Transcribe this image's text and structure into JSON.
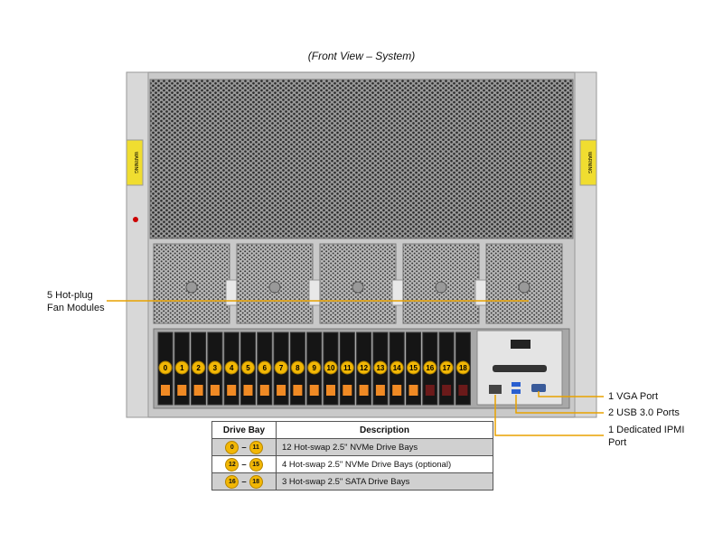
{
  "title": "(Front View – System)",
  "callouts": {
    "fans": "5 Hot-plug Fan Modules",
    "vga": "1 VGA Port",
    "usb": "2 USB 3.0 Ports",
    "ipmi": "1 Dedicated IPMI Port"
  },
  "drive_numbers": [
    "0",
    "1",
    "2",
    "3",
    "4",
    "5",
    "6",
    "7",
    "8",
    "9",
    "10",
    "11",
    "12",
    "13",
    "14",
    "15",
    "16",
    "17",
    "18"
  ],
  "warning_label": "WARNING",
  "colors": {
    "accent": "#f2b705",
    "callout_line": "#e8a200",
    "drive_latch_nvme": "#f08a24",
    "drive_latch_sata": "#6b1a1a"
  },
  "table": {
    "headers": [
      "Drive Bay",
      "Description"
    ],
    "rows": [
      {
        "from": "0",
        "to": "11",
        "description": "12 Hot-swap 2.5\" NVMe Drive Bays"
      },
      {
        "from": "12",
        "to": "15",
        "description": "4 Hot-swap 2.5\" NVMe Drive Bays (optional)"
      },
      {
        "from": "16",
        "to": "18",
        "description": "3 Hot-swap 2.5\" SATA Drive Bays"
      }
    ]
  }
}
